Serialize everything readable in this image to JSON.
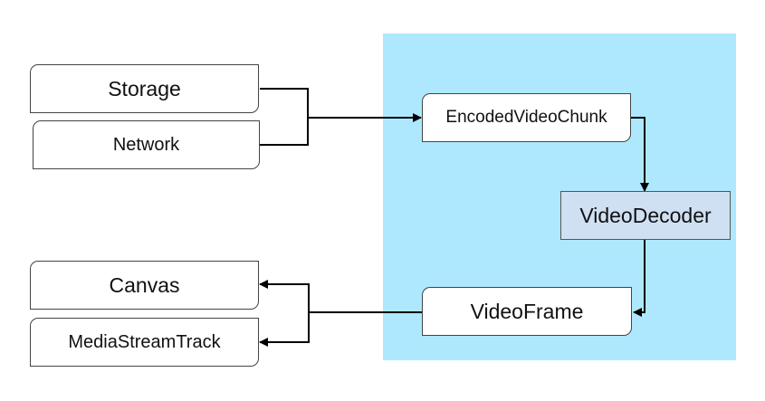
{
  "diagram": {
    "nodes": {
      "storage": {
        "label": "Storage"
      },
      "network": {
        "label": "Network"
      },
      "encoded_video_chunk": {
        "label": "EncodedVideoChunk"
      },
      "video_decoder": {
        "label": "VideoDecoder"
      },
      "video_frame": {
        "label": "VideoFrame"
      },
      "canvas": {
        "label": "Canvas"
      },
      "media_stream_track": {
        "label": "MediaStreamTrack"
      }
    },
    "edges": [
      {
        "from": "storage",
        "to": "encoded_video_chunk"
      },
      {
        "from": "network",
        "to": "encoded_video_chunk"
      },
      {
        "from": "encoded_video_chunk",
        "to": "video_decoder"
      },
      {
        "from": "video_decoder",
        "to": "video_frame"
      },
      {
        "from": "video_frame",
        "to": "canvas"
      },
      {
        "from": "video_frame",
        "to": "media_stream_track"
      }
    ],
    "colors": {
      "region_fill": "#aee8ff",
      "decoder_fill": "#cfe0f3",
      "node_fill": "#ffffff",
      "line": "#000000"
    }
  }
}
